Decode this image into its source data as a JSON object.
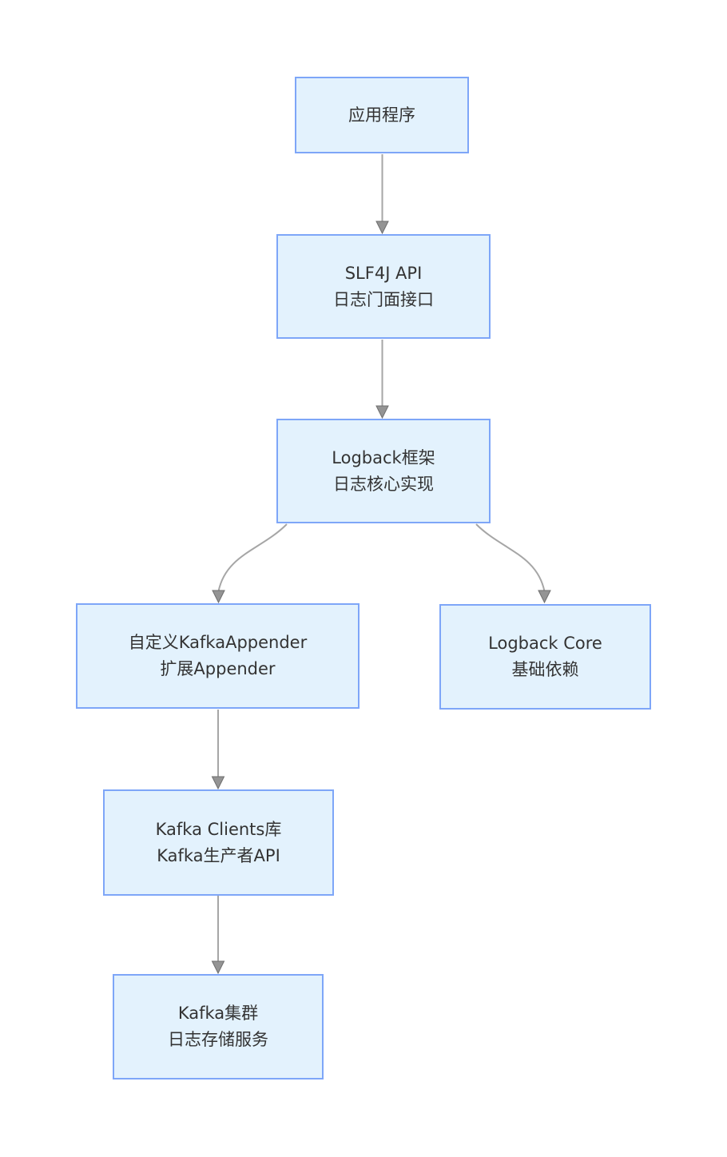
{
  "diagram": {
    "type": "flowchart",
    "direction": "top-down",
    "colors": {
      "background": "#ffffff",
      "node_fill": "#e3f2fd",
      "node_border": "#7ea6f8",
      "node_text": "#333333",
      "edge_line": "#a6a6a6",
      "arrowhead": "#949494"
    },
    "nodes": {
      "app": {
        "line1": "应用程序"
      },
      "slf4j": {
        "line1": "SLF4J API",
        "line2": "日志门面接口"
      },
      "logback": {
        "line1": "Logback框架",
        "line2": "日志核心实现"
      },
      "kafkaAppender": {
        "line1": "自定义KafkaAppender",
        "line2": "扩展Appender"
      },
      "logbackCore": {
        "line1": "Logback Core",
        "line2": "基础依赖"
      },
      "kafkaClients": {
        "line1": "Kafka Clients库",
        "line2": "Kafka生产者API"
      },
      "kafkaCluster": {
        "line1": "Kafka集群",
        "line2": "日志存储服务"
      }
    },
    "edges": [
      {
        "from": "app",
        "to": "slf4j"
      },
      {
        "from": "slf4j",
        "to": "logback"
      },
      {
        "from": "logback",
        "to": "kafkaAppender"
      },
      {
        "from": "logback",
        "to": "logbackCore"
      },
      {
        "from": "kafkaAppender",
        "to": "kafkaClients"
      },
      {
        "from": "kafkaClients",
        "to": "kafkaCluster"
      }
    ]
  }
}
